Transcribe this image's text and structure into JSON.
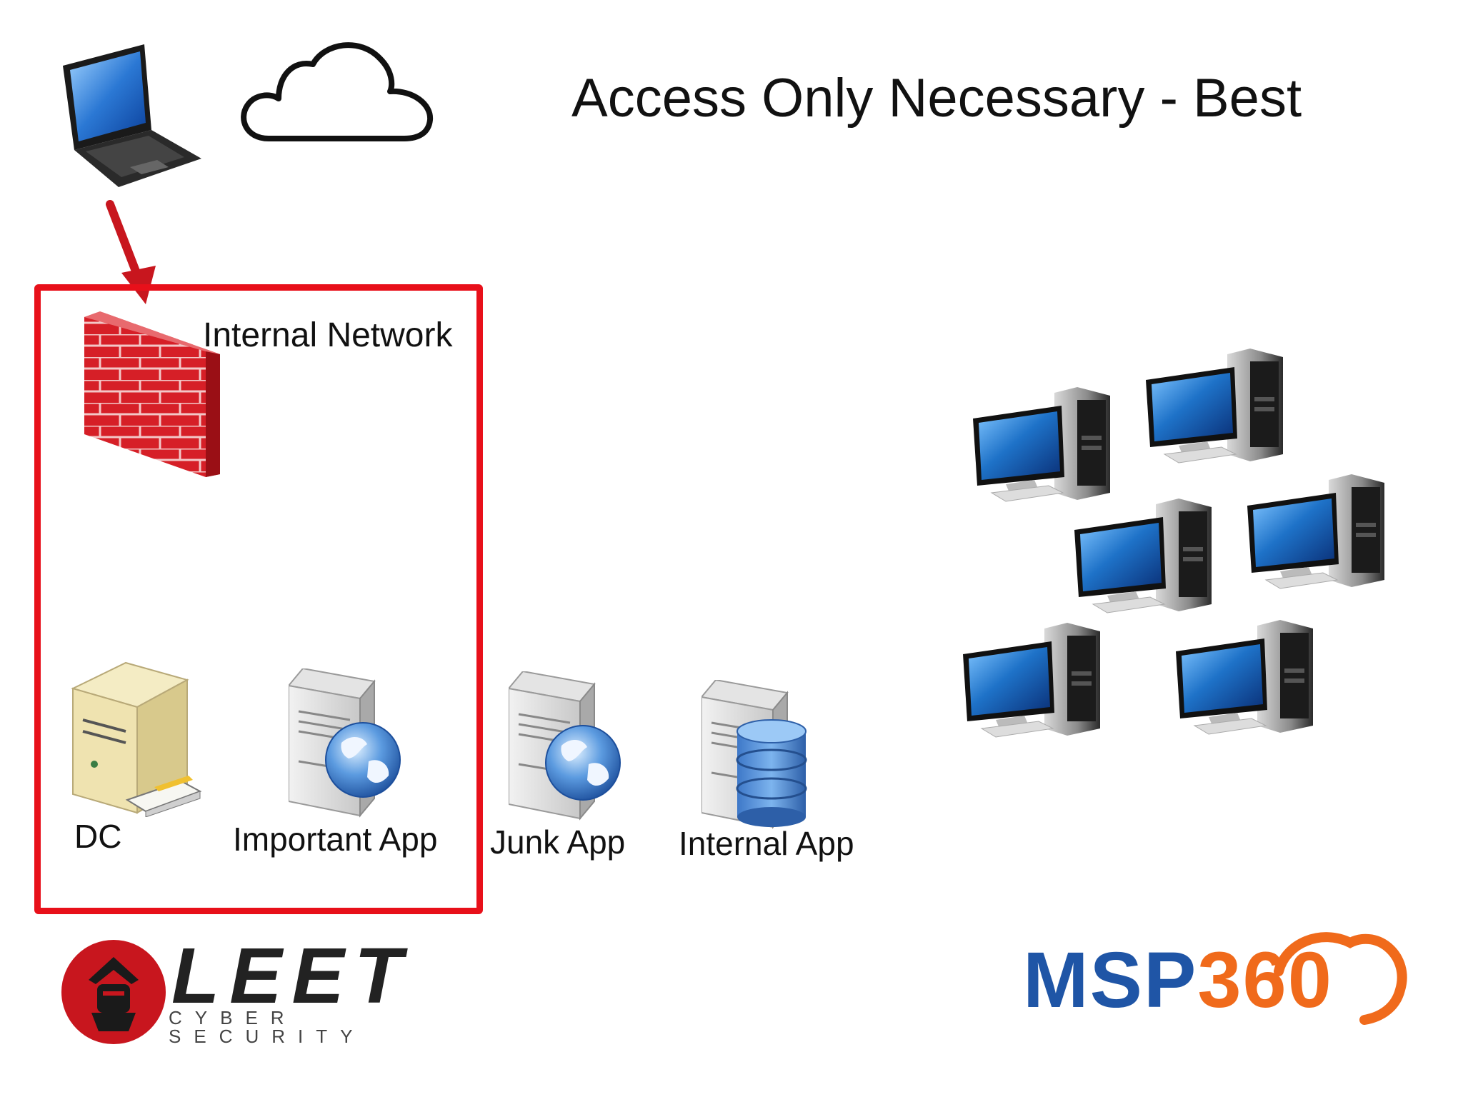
{
  "title": "Access Only Necessary - Best",
  "internal_network": {
    "label": "Internal Network"
  },
  "servers": [
    {
      "label": "DC"
    },
    {
      "label": "Important App"
    },
    {
      "label": "Junk App"
    },
    {
      "label": "Internal App"
    }
  ],
  "icons": {
    "laptop": "laptop-icon",
    "cloud": "cloud-icon",
    "firewall": "firewall-icon",
    "workstation": "desktop-computer-icon",
    "web_server": "web-server-icon",
    "database_server": "database-server-icon"
  },
  "logos": {
    "left": {
      "word": "LEET",
      "tagline": "CYBER SECURITY"
    },
    "right": {
      "word_part1": "MSP",
      "word_part2": "360"
    }
  },
  "colors": {
    "boundary": "#e8101a",
    "arrow": "#c8161e",
    "brick": "#d61f27",
    "msp_blue": "#1f55a6",
    "msp_orange": "#f06a1b",
    "leet_red": "#c8161e"
  }
}
